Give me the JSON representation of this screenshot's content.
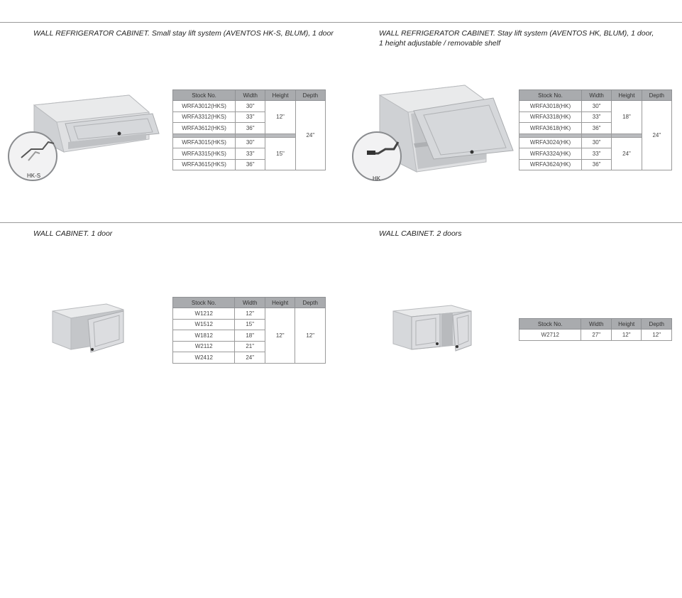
{
  "sections": [
    {
      "title": "WALL REFRIGERATOR CABINET. Small stay lift system (AVENTOS HK-S, BLUM), 1 door",
      "detail_label": "HK-S",
      "columns": [
        "Stock No.",
        "Width",
        "Height",
        "Depth"
      ],
      "group_a": {
        "height": "12\"",
        "rows": [
          {
            "stock": "WRFA3012(HKS)",
            "width": "30\""
          },
          {
            "stock": "WRFA3312(HKS)",
            "width": "33\""
          },
          {
            "stock": "WRFA3612(HKS)",
            "width": "36\""
          }
        ]
      },
      "group_b": {
        "height": "15\"",
        "rows": [
          {
            "stock": "WRFA3015(HKS)",
            "width": "30\""
          },
          {
            "stock": "WRFA3315(HKS)",
            "width": "33\""
          },
          {
            "stock": "WRFA3615(HKS)",
            "width": "36\""
          }
        ]
      },
      "depth": "24\""
    },
    {
      "title_line1": "WALL REFRIGERATOR CABINET. Stay lift system (AVENTOS HK, BLUM), 1 door,",
      "title_line2": "1 height adjustable / removable shelf",
      "detail_label": "HK",
      "columns": [
        "Stock No.",
        "Width",
        "Height",
        "Depth"
      ],
      "group_a": {
        "height": "18\"",
        "rows": [
          {
            "stock": "WRFA3018(HK)",
            "width": "30\""
          },
          {
            "stock": "WRFA3318(HK)",
            "width": "33\""
          },
          {
            "stock": "WRFA3618(HK)",
            "width": "36\""
          }
        ]
      },
      "group_b": {
        "height": "24\"",
        "rows": [
          {
            "stock": "WRFA3024(HK)",
            "width": "30\""
          },
          {
            "stock": "WRFA3324(HK)",
            "width": "33\""
          },
          {
            "stock": "WRFA3624(HK)",
            "width": "36\""
          }
        ]
      },
      "depth": "24\""
    },
    {
      "title": "WALL CABINET. 1 door",
      "columns": [
        "Stock No.",
        "Width",
        "Height",
        "Depth"
      ],
      "rows": [
        {
          "stock": "W1212",
          "width": "12\""
        },
        {
          "stock": "W1512",
          "width": "15\""
        },
        {
          "stock": "W1812",
          "width": "18\""
        },
        {
          "stock": "W2112",
          "width": "21\""
        },
        {
          "stock": "W2412",
          "width": "24\""
        }
      ],
      "height": "12\"",
      "depth": "12\""
    },
    {
      "title": "WALL CABINET. 2 doors",
      "columns": [
        "Stock No.",
        "Width",
        "Height",
        "Depth"
      ],
      "rows": [
        {
          "stock": "W2712",
          "width": "27\"",
          "height": "12\"",
          "depth": "12\""
        }
      ]
    }
  ],
  "colors": {
    "table_header": "#a9abae",
    "rule": "#9a9a9a",
    "cabinet": "#d3d5d8",
    "cabinet_dark": "#b6b8bb"
  }
}
